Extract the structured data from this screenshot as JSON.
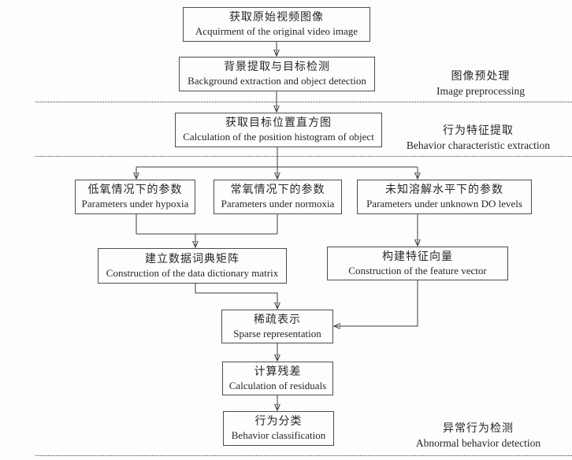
{
  "flowchart": {
    "nodes": {
      "acquire": {
        "zh": "获取原始视频图像",
        "en": "Acquirment of the original video image"
      },
      "background": {
        "zh": "背景提取与目标检测",
        "en": "Background extraction and object detection"
      },
      "histogram": {
        "zh": "获取目标位置直方图",
        "en": "Calculation of the position histogram of object"
      },
      "hypoxia": {
        "zh": "低氧情况下的参数",
        "en": "Parameters under hypoxia"
      },
      "normoxia": {
        "zh": "常氧情况下的参数",
        "en": "Parameters under normoxia"
      },
      "unknown_do": {
        "zh": "未知溶解水平下的参数",
        "en": "Parameters under unknown DO levels"
      },
      "dictionary": {
        "zh": "建立数据词典矩阵",
        "en": "Construction of the data dictionary matrix"
      },
      "feature_vector": {
        "zh": "构建特征向量",
        "en": "Construction of the feature vector"
      },
      "sparse": {
        "zh": "稀疏表示",
        "en": "Sparse representation"
      },
      "residuals": {
        "zh": "计算残差",
        "en": "Calculation of residuals"
      },
      "classification": {
        "zh": "行为分类",
        "en": "Behavior classification"
      }
    },
    "stage_labels": {
      "preprocessing": {
        "zh": "图像预处理",
        "en": "Image preprocessing"
      },
      "feature_extraction": {
        "zh": "行为特征提取",
        "en": "Behavior characteristic extraction"
      },
      "abnormal_detection": {
        "zh": "异常行为检测",
        "en": "Abnormal behavior detection"
      }
    },
    "colors": {
      "line": "#3d3d3d",
      "box_border": "#4c4c4c",
      "text": "#262626",
      "background": "#fdfdfd"
    }
  }
}
